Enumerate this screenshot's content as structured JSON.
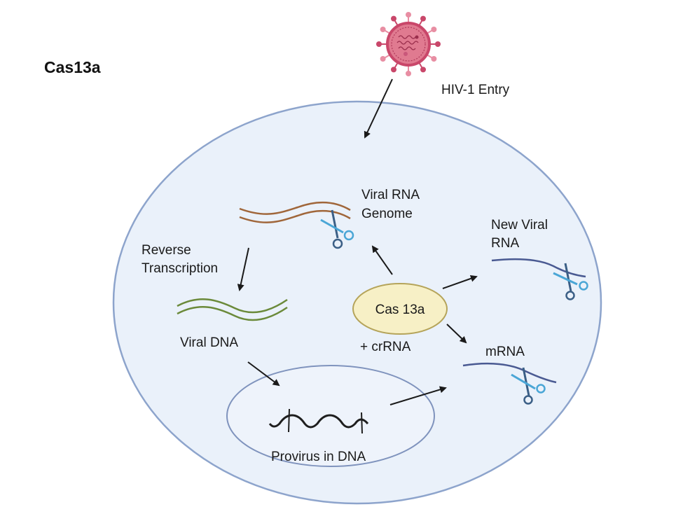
{
  "title": "Cas13a",
  "colors": {
    "cell_fill": "#eaf1fa",
    "cell_stroke": "#8da4cc",
    "nucleus_fill": "#eef3fb",
    "nucleus_stroke": "#7f93bd",
    "virus": "#d0506e",
    "virus_light": "#e88ea3",
    "rna_genome": "#a0663a",
    "viral_dna": "#6b8a3a",
    "target_rna": "#4a5a92",
    "scissor_blade_light": "#4aa6d6",
    "scissor_blade_dark": "#3b5f86",
    "cas_fill": "#f7f0c6",
    "cas_stroke": "#b5a45a",
    "arrow": "#1a1a1a",
    "provirus": "#1e1e1e"
  },
  "labels": {
    "hiv_entry": "HIV-1 Entry",
    "viral_rna_genome": [
      "Viral RNA",
      "Genome"
    ],
    "reverse_transcription": [
      "Reverse",
      "Transcription"
    ],
    "viral_dna": "Viral DNA",
    "cas13a": "Cas 13a",
    "crrna": "+ crRNA",
    "new_viral_rna": [
      "New Viral",
      "RNA"
    ],
    "mrna": "mRNA",
    "provirus": "Provirus in DNA"
  },
  "icons": {
    "virus": "hiv-virion-icon",
    "scissors": "scissors-icon"
  }
}
